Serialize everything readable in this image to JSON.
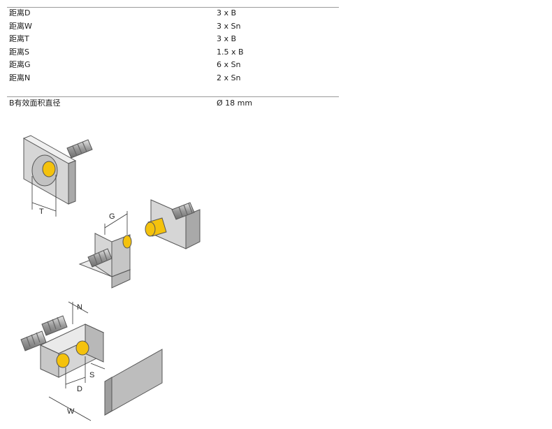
{
  "spec_rows": [
    {
      "label": "距离D",
      "value": "3 x B"
    },
    {
      "label": "距离W",
      "value": "3 x Sn"
    },
    {
      "label": "距离T",
      "value": "3 x B"
    },
    {
      "label": "距离S",
      "value": "1.5 x B"
    },
    {
      "label": "距离G",
      "value": "6 x Sn"
    },
    {
      "label": "距离N",
      "value": "2 x Sn"
    }
  ],
  "diameter_row": {
    "label": "B有效面积直径",
    "value": "Ø 18 mm"
  },
  "figure_labels": {
    "t": "T",
    "g": "G",
    "n": "N",
    "s": "S",
    "d": "D",
    "w": "W"
  },
  "colors": {
    "sensor_face": "#f4c20d",
    "plate": "#d4d4d4",
    "thread": "#a8a8a8",
    "rule": "#9a9a9a"
  }
}
